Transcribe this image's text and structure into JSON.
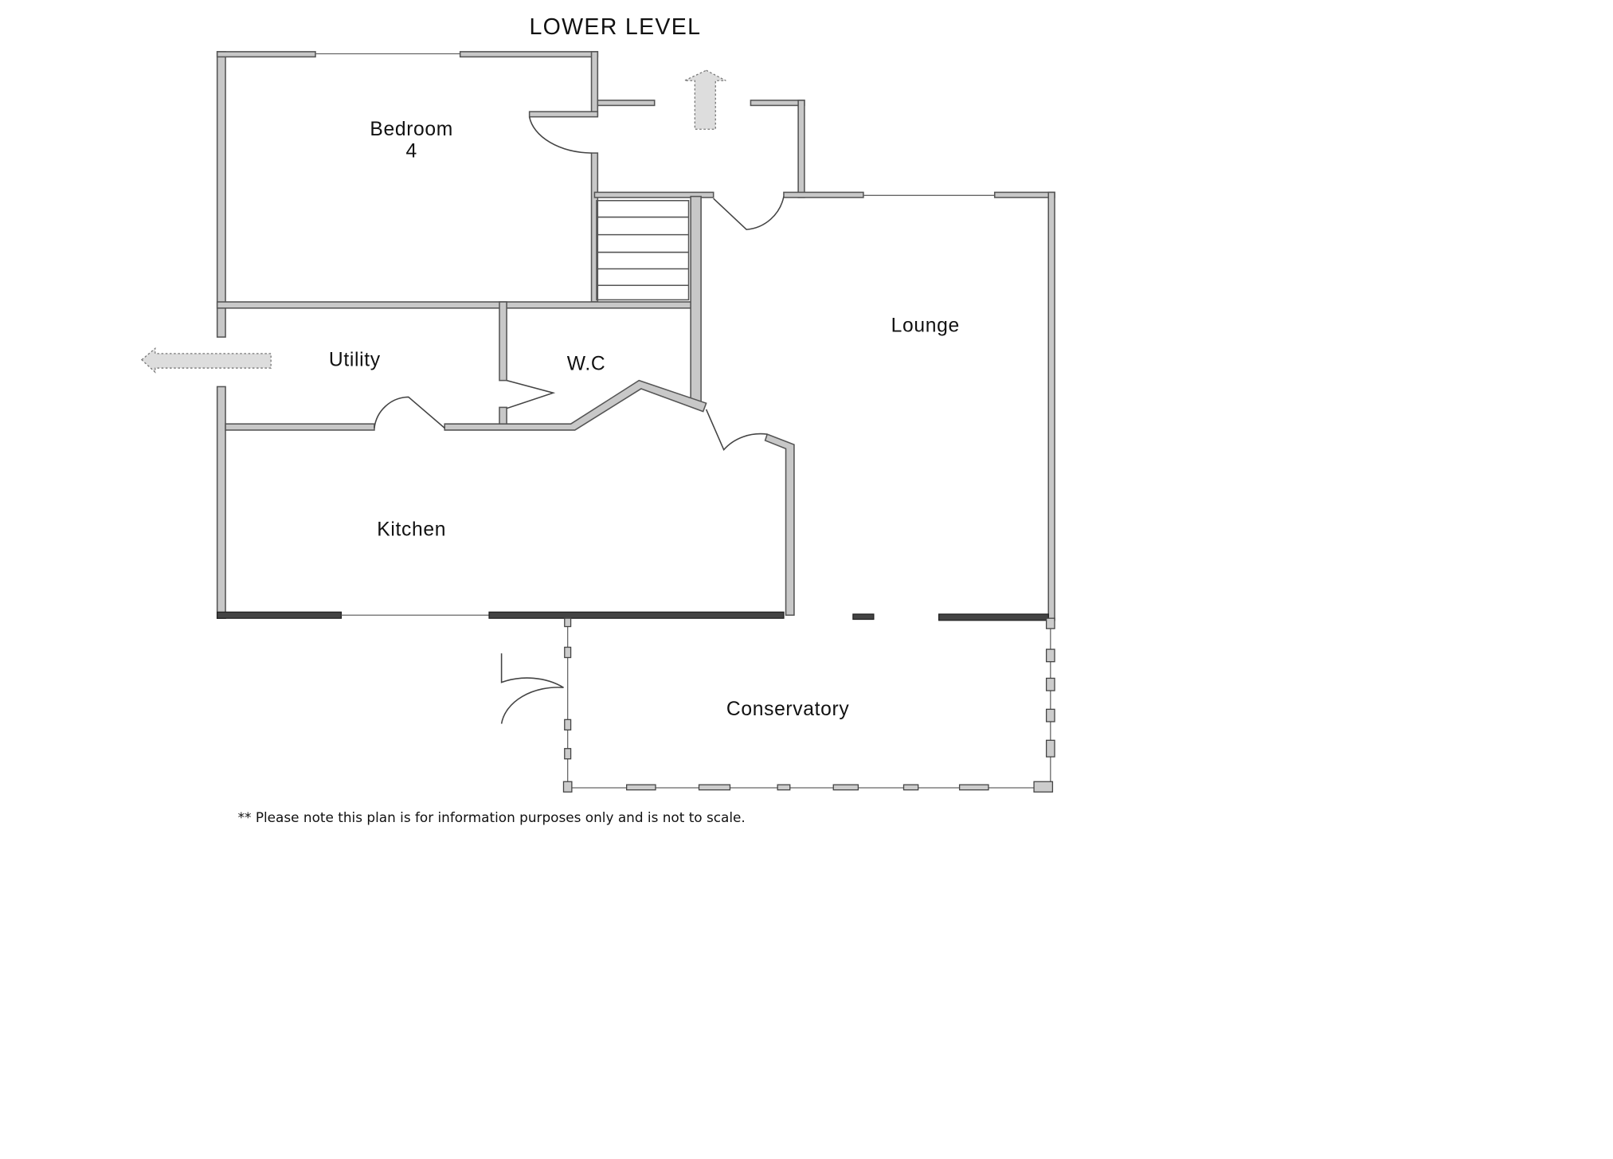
{
  "plan": {
    "title": "LOWER LEVEL",
    "rooms": {
      "bedroom_line1": "Bedroom",
      "bedroom_line2": "4",
      "lounge": "Lounge",
      "utility": "Utility",
      "wc": "W.C",
      "kitchen": "Kitchen",
      "conservatory": "Conservatory"
    },
    "footnote": "** Please note this plan is for information purposes only and is not to scale."
  }
}
